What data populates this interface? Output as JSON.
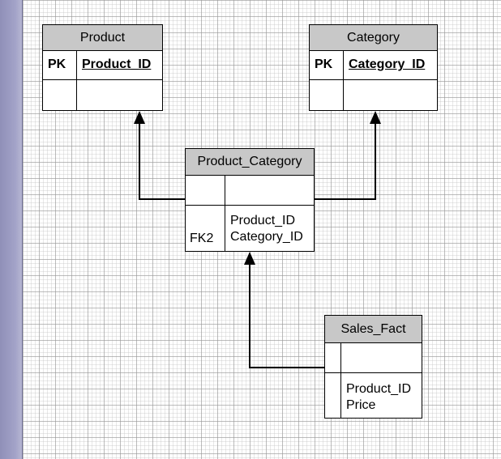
{
  "entities": {
    "product": {
      "title": "Product",
      "pk_label": "PK",
      "pk_field": "Product_ID"
    },
    "category": {
      "title": "Category",
      "pk_label": "PK",
      "pk_field": "Category_ID"
    },
    "product_category": {
      "title": "Product_Category",
      "fk_label": "FK2",
      "fields": [
        "Product_ID",
        "Category_ID"
      ]
    },
    "sales_fact": {
      "title": "Sales_Fact",
      "fields": [
        "Product_ID",
        "Price"
      ]
    }
  },
  "relationships": [
    {
      "from": "Product_Category",
      "to": "Product"
    },
    {
      "from": "Product_Category",
      "to": "Category"
    },
    {
      "from": "Sales_Fact",
      "to": "Product_Category"
    }
  ],
  "colors": {
    "entity_header": "#c8c8c8",
    "left_rail": "#a3a3c8",
    "line": "#000000"
  }
}
